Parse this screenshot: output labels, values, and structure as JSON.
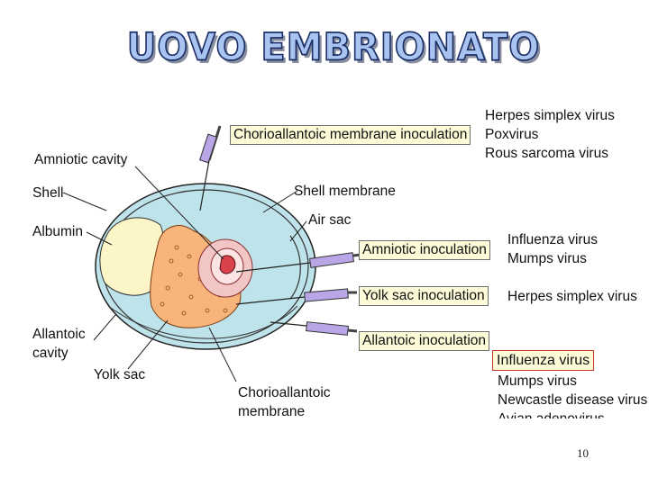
{
  "title": "UOVO EMBRIONATO",
  "labels": {
    "amniotic_cavity": "Amniotic cavity",
    "shell": "Shell",
    "albumin": "Albumin",
    "allantoic_cavity_1": "Allantoic",
    "allantoic_cavity_2": "cavity",
    "yolk_sac": "Yolk sac",
    "shell_membrane": "Shell membrane",
    "air_sac": "Air sac",
    "chorioallantoic_membrane_1": "Chorioallantoic",
    "chorioallantoic_membrane_2": "membrane"
  },
  "inoculations": {
    "chorioallantoic": {
      "label": "Chorioallantoic membrane inoculation",
      "viruses": [
        "Herpes simplex virus",
        "Poxvirus",
        "Rous sarcoma virus"
      ]
    },
    "amniotic": {
      "label": "Amniotic inoculation",
      "viruses": [
        "Influenza virus",
        "Mumps virus"
      ]
    },
    "yolk_sac": {
      "label": "Yolk sac inoculation",
      "viruses": [
        "Herpes simplex virus"
      ]
    },
    "allantoic": {
      "label": "Allantoic inoculation",
      "viruses": [
        "Influenza virus",
        "Mumps virus",
        "Newcastle disease virus",
        "Avian adenovirus"
      ]
    }
  },
  "page_number": "10"
}
